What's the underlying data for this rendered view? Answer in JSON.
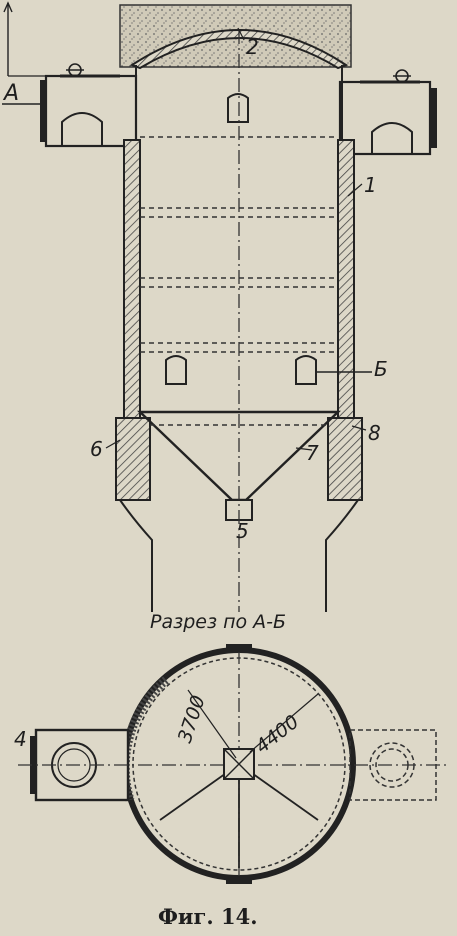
{
  "section_label": "Разрез по А-Б",
  "caption": "Фиг. 14.",
  "section_markers": {
    "a": "А",
    "b": "Б"
  },
  "part_numbers": [
    "1",
    "2",
    "4",
    "5",
    "6",
    "7",
    "8"
  ],
  "plan_dimensions": {
    "inner": "3700",
    "outer": "4400"
  },
  "colors": {
    "paper": "#ddd8c8",
    "ink": "#222222",
    "hatch": "#444444"
  }
}
